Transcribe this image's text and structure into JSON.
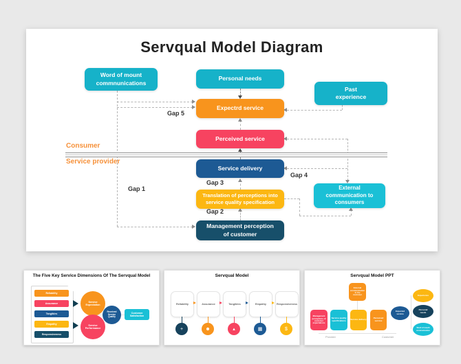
{
  "colors": {
    "teal": "#16b2c9",
    "cyan": "#1ac0d6",
    "orange": "#f8941d",
    "pink": "#f74360",
    "blue": "#1d5a94",
    "amber": "#fcb712",
    "navy": "#174f6a",
    "label_orange": "#f6913a"
  },
  "main": {
    "title": "Servqual Model Diagram",
    "consumer": "Consumer",
    "provider": "Service provider",
    "boxes": {
      "word_of_mouth": "Word of mount\ncommnunications",
      "personal_needs": "Personal needs",
      "past_experience": "Past\nexperience",
      "expected_service": "Expectrd service",
      "perceived_service": "Perceived service",
      "service_delivery": "Service delivery",
      "translation": "Translation of perceptions into\nservice quality specification",
      "management": "Management perception\nof customer",
      "external": "External\ncommunication to\nconsumers"
    },
    "gaps": {
      "g1": "Gap 1",
      "g2": "Gap 2",
      "g3": "Gap 3",
      "g4": "Gap 4",
      "g5": "Gap 5"
    }
  },
  "thumbs": {
    "t1": {
      "title": "The Five Key Service Dimensions Of The Servqual Model",
      "bars": [
        "Reliability",
        "Assurance",
        "Tangibles",
        "Empathy",
        "Responsiveness"
      ],
      "exp": "Service\nExpectation",
      "perf": "Service\nPerformance",
      "received": "Received\nService\nQuality",
      "satisfaction": "Customer\nSatisfaction"
    },
    "t2": {
      "title": "Servqual Model",
      "items": [
        "Reliability",
        "Assurance",
        "Tangibles",
        "Empathy",
        "Responsiveness"
      ],
      "icons": [
        "+",
        "☻",
        "▴",
        "▦",
        "$"
      ]
    },
    "t3": {
      "title": "Servqual Model PPT",
      "top": "External\ncommunication\nto the\ncustomer",
      "row": [
        "Management\nperceptions of\ncustomer\nexpectations",
        "Service quality\nspecifications",
        "Service delivery",
        "Perceived\nservice"
      ],
      "expected": "Expected\nservice",
      "right": [
        "Experience",
        "Personal\nneeds",
        "Word of mouth\ncommunication"
      ],
      "provider": "Provider",
      "customer": "Customer"
    }
  }
}
